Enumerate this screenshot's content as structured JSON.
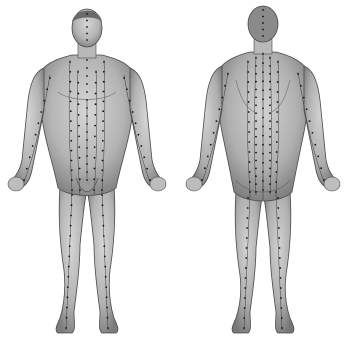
{
  "figure": {
    "views": [
      {
        "id": "front",
        "label": ""
      },
      {
        "id": "back",
        "label": ""
      }
    ],
    "colors": {
      "background": "#ffffff",
      "skin_light": "#cfcfcf",
      "skin_mid": "#a9a9a9",
      "skin_dark": "#6f6f6f",
      "outline": "#4a4a4a",
      "meridian": "#3a3a3a",
      "point": "#111111"
    },
    "icons": [
      "front-body-figure",
      "back-body-figure"
    ]
  }
}
